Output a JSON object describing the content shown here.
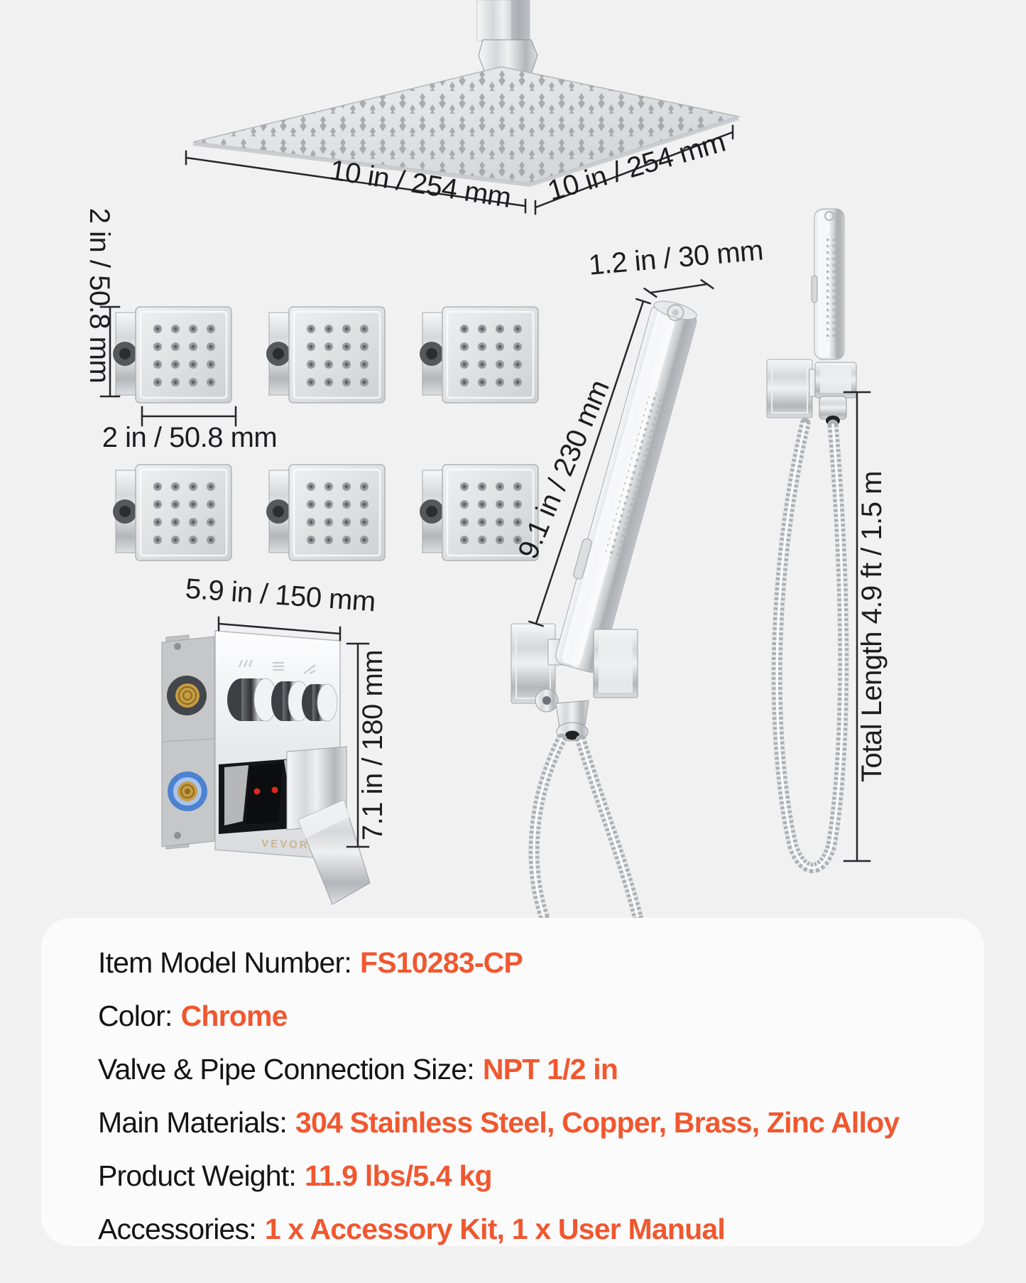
{
  "meta": {
    "background_color": "#f1f1f2",
    "card_color": "#fbfbfc",
    "accent_color": "#f1572f",
    "ink_color": "#1d1d1f"
  },
  "brand": {
    "valve_logo": "VEVOR"
  },
  "annotations": {
    "head_width": "10 in / 254 mm",
    "head_depth": "10 in / 254 mm",
    "jet_height": "2 in / 50.8 mm",
    "jet_width": "2 in / 50.8 mm",
    "handheld_diameter": "1.2 in / 30 mm",
    "handheld_length": "9.1 in / 230 mm",
    "valve_width": "5.9 in / 150 mm",
    "valve_height": "7.1 in / 180 mm",
    "hose_total_length": "Total Length 4.9 ft / 1.5 m"
  },
  "specs": {
    "rows": [
      {
        "label": "Item Model Number:",
        "value": "FS10283-CP"
      },
      {
        "label": "Color:",
        "value": "Chrome"
      },
      {
        "label": "Valve & Pipe Connection Size:",
        "value": "NPT 1/2 in"
      },
      {
        "label": "Main Materials:",
        "value": "304 Stainless Steel, Copper, Brass, Zinc Alloy"
      },
      {
        "label": "Product Weight:",
        "value": "11.9 lbs/5.4 kg"
      },
      {
        "label": "Accessories:",
        "value": "1 x Accessory Kit, 1 x User Manual"
      }
    ]
  }
}
